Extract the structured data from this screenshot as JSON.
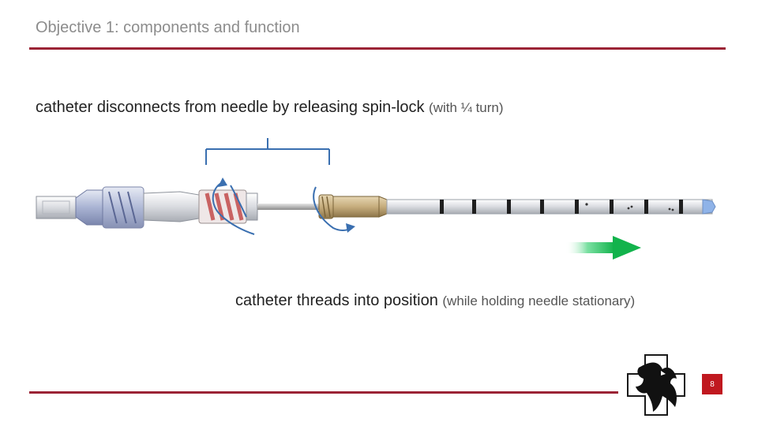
{
  "slide": {
    "title": "Objective 1: components and function",
    "caption_disconnect": "catheter disconnects from needle by releasing spin-lock ",
    "caption_disconnect_note": "(with ¼ turn)",
    "caption_thread": "catheter threads into position ",
    "caption_thread_note": "(while holding needle stationary)",
    "page_number": "8"
  },
  "colors": {
    "accent_rule": "#9b2335",
    "bracket": "#3a6fb0",
    "arrow": "#1db954",
    "badge": "#c0181f"
  },
  "icons": {
    "logo": "eagle-cross-logo-icon",
    "direction": "green-arrow-right-icon",
    "rotation": "rotation-arrow-icon"
  }
}
